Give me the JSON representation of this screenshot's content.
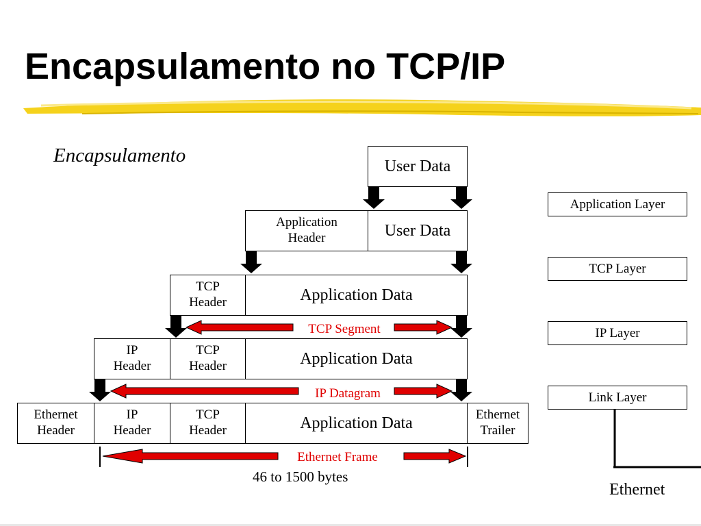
{
  "title": "Encapsulamento no TCP/IP",
  "subtitle": "Encapsulamento",
  "frames": {
    "row1": {
      "user_data": "User Data"
    },
    "row2": {
      "app_header_line1": "Application",
      "app_header_line2": "Header",
      "user_data": "User Data"
    },
    "row3": {
      "tcp_header_line1": "TCP",
      "tcp_header_line2": "Header",
      "app_data": "Application Data"
    },
    "row4": {
      "ip_header_line1": "IP",
      "ip_header_line2": "Header",
      "tcp_header_line1": "TCP",
      "tcp_header_line2": "Header",
      "app_data": "Application Data"
    },
    "row5": {
      "eth_header_line1": "Ethernet",
      "eth_header_line2": "Header",
      "ip_header_line1": "IP",
      "ip_header_line2": "Header",
      "tcp_header_line1": "TCP",
      "tcp_header_line2": "Header",
      "app_data": "Application Data",
      "eth_trailer_line1": "Ethernet",
      "eth_trailer_line2": "Trailer"
    }
  },
  "spans": {
    "tcp_segment": "TCP Segment",
    "ip_datagram": "IP Datagram",
    "ethernet_frame": "Ethernet Frame",
    "frame_size": "46 to 1500 bytes"
  },
  "layers": [
    "Application Layer",
    "TCP Layer",
    "IP Layer",
    "Link Layer"
  ],
  "network_label": "Ethernet",
  "colors": {
    "accent_red": "#e00000",
    "highlight_yellow": "#f5d21c"
  }
}
